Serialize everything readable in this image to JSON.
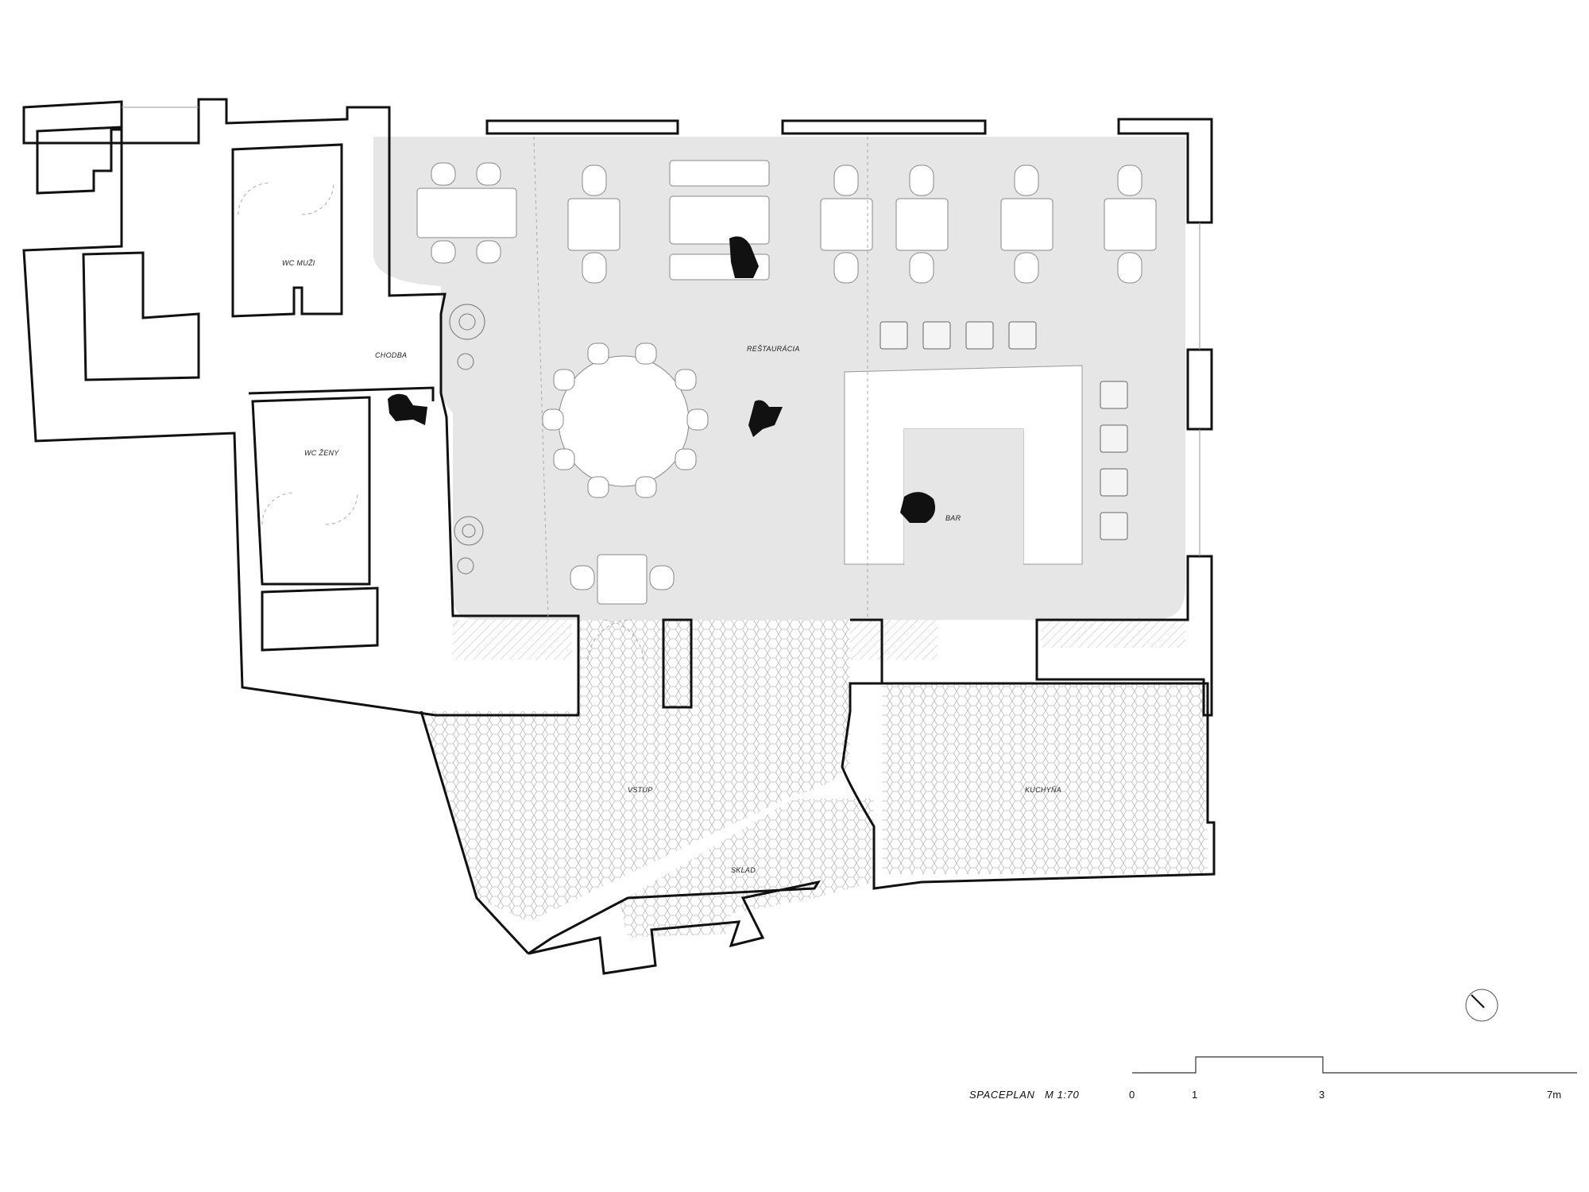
{
  "rooms": {
    "wc_muzi": "WC MUŽI",
    "chodba": "CHODBA",
    "wc_zeny": "WC ŽENY",
    "restauracia": "REŠTAURÁCIA",
    "bar": "BAR",
    "vstup": "VSTUP",
    "kuchyna": "KUCHYŇA",
    "sklad": "SKLAD"
  },
  "title": {
    "label": "SPACEPLAN",
    "scale": "M   1:70"
  },
  "scale_bar": {
    "ticks": [
      "0",
      "1",
      "3",
      "7m"
    ]
  },
  "colors": {
    "floor_fill": "#e6e6e6",
    "wall_stroke": "#111111",
    "background": "#ffffff"
  }
}
